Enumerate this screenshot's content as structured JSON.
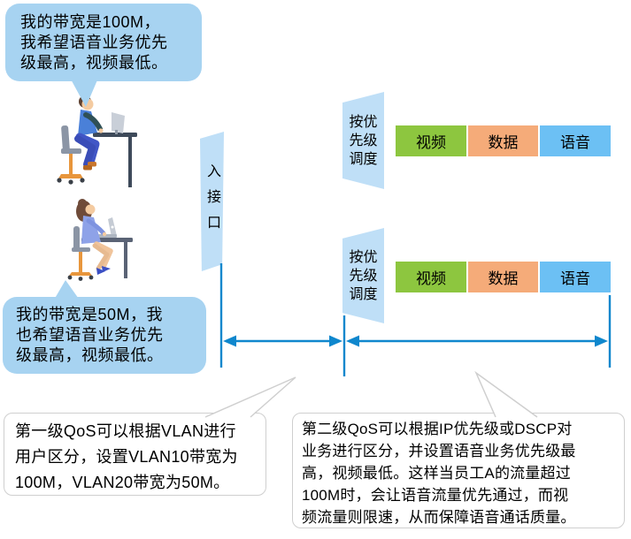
{
  "colors": {
    "bubble": "#A7D3F1",
    "panel": "#BFDFF7",
    "arrow": "#0F87CD",
    "note_fill": "#FFFFFF",
    "note_border": "#CFCFCF"
  },
  "bubble_a": {
    "lines": [
      "我的带宽是100M，",
      "我希望语音业务优先",
      "级最高，视频最低。"
    ]
  },
  "bubble_b": {
    "lines": [
      "我的带宽是50M，我",
      "也希望语音业务优先",
      "级最高，视频最低。"
    ]
  },
  "ingress": {
    "label": "入接口"
  },
  "flows": [
    {
      "scheduler": {
        "lines": [
          "按优",
          "先级",
          "调度"
        ]
      },
      "queues": [
        {
          "label": "视频",
          "color": "#8DC63F"
        },
        {
          "label": "数据",
          "color": "#F5AB79"
        },
        {
          "label": "语音",
          "color": "#6CC0F4"
        }
      ]
    },
    {
      "scheduler": {
        "lines": [
          "按优",
          "先级",
          "调度"
        ]
      },
      "queues": [
        {
          "label": "视频",
          "color": "#8DC63F"
        },
        {
          "label": "数据",
          "color": "#F5AB79"
        },
        {
          "label": "语音",
          "color": "#6CC0F4"
        }
      ]
    }
  ],
  "notes": {
    "first_qos": {
      "lines": [
        "第一级QoS可以根据VLAN进行",
        "用户区分，设置VLAN10带宽为",
        "100M，VLAN20带宽为50M。"
      ]
    },
    "second_qos": {
      "lines": [
        "第二级QoS可以根据IP优先级或DSCP对",
        "业务进行区分，并设置语音业务优先级最",
        "高，视频最低。这样当员工A的流量超过",
        "100M时，会让语音流量优先通过，而视",
        "频流量则限速，从而保障语音通话质量。"
      ]
    }
  },
  "illustrations": {
    "employee_a": "man-at-desk-with-monitor",
    "employee_b": "woman-at-desk-with-laptop"
  }
}
